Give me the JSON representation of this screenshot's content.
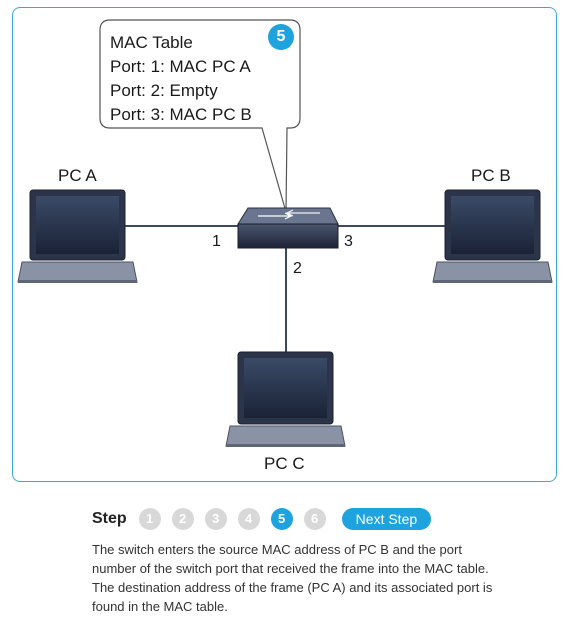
{
  "callout": {
    "title": "MAC Table",
    "lines": [
      "Port: 1: MAC PC A",
      "Port: 2: Empty",
      "Port: 3: MAC PC B"
    ],
    "badge": "5"
  },
  "pcs": {
    "a": "PC A",
    "b": "PC B",
    "c": "PC C"
  },
  "ports": {
    "p1": "1",
    "p2": "2",
    "p3": "3"
  },
  "stepper": {
    "label": "Step",
    "steps": [
      "1",
      "2",
      "3",
      "4",
      "5",
      "6"
    ],
    "active_step": 5,
    "next_label": "Next Step"
  },
  "description": "The switch enters the source MAC address of PC B and the port number of the switch port that received the frame into the MAC table. The destination address of the frame (PC A) and its associated port is found in the MAC table.",
  "colors": {
    "accent": "#1fa3de",
    "frame": "#3aa8d8",
    "inactive_step": "#d8d8d8"
  }
}
